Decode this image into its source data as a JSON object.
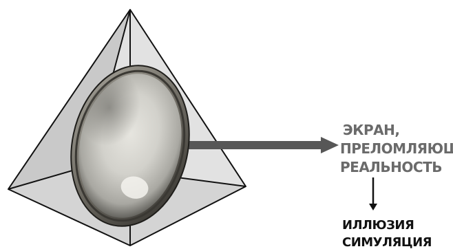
{
  "diagram": {
    "screen_label": {
      "line1": "ЭКРАН,",
      "line2": "ПРЕЛОМЛЯЮЩИЙ",
      "line3": "РЕАЛЬНОСТЬ"
    },
    "result_label": {
      "line1": "ИЛЛЮЗИЯ",
      "line2": "СИМУЛЯЦИЯ"
    },
    "colors": {
      "outline": "#111111",
      "face_left": "#c9c9c9",
      "face_right": "#e2e2e2",
      "face_bottom": "#d4d4d4",
      "arrow": "#575757",
      "screen_label_color": "#6a6a6a",
      "result_label_color": "#111111",
      "mirror_frame": "#7d7a72",
      "mirror_frame_dark": "#2e2c28",
      "mirror_glass": "#c4c3bc"
    },
    "icons": {
      "pyramid": "pyramid-icon",
      "mirror": "oval-mirror-icon",
      "arrow_right": "arrow-right-icon",
      "arrow_down": "arrow-down-icon"
    }
  }
}
